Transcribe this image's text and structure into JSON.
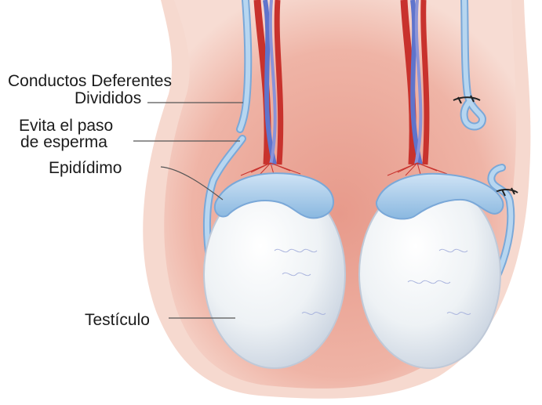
{
  "labels": {
    "conductos_line1": "Conductos Deferentes",
    "conductos_line2": "Divididos",
    "evita_line1": "Evita el paso",
    "evita_line2": "de esperma",
    "epididimo": "Epidídimo",
    "testiculo": "Testículo"
  },
  "colors": {
    "scrotum_outer": "#f6d7cc",
    "scrotum_inner": "#eba99a",
    "vas_deferens": "#a9cdeb",
    "artery": "#c8322d",
    "vein": "#6a7ed0",
    "testicle": "#edf2f6",
    "ligature": "#222222"
  }
}
